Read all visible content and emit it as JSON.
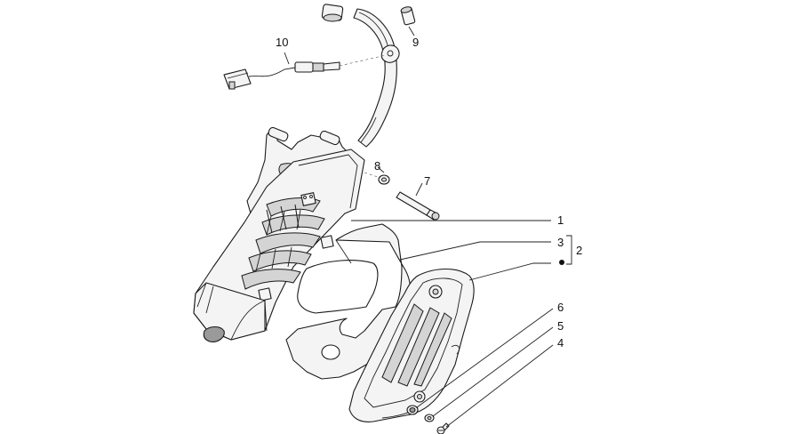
{
  "callouts": {
    "c1": "1",
    "c2": "2",
    "c3": "3",
    "c4": "4",
    "c5": "5",
    "c6": "6",
    "c7": "7",
    "c8": "8",
    "c9": "9",
    "c10": "10"
  },
  "colors": {
    "line": "#1a1a1a",
    "fill": "#f4f4f4",
    "shade": "#d4d4d4",
    "dark": "#9a9a9a"
  }
}
